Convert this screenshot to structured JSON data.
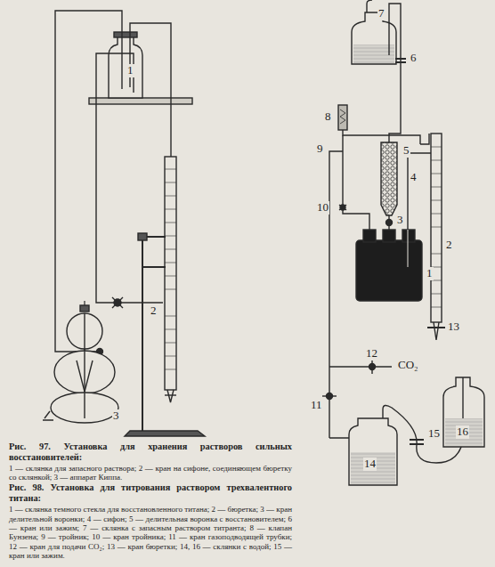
{
  "diagram": {
    "labels": [
      "Рис. 97. Установка для хранения растворов сильных восстановителей:",
      "1 — склянка для запасного раствора; 2 — кран на сифоне, соединяющем бюретку со склянкой; 3 — аппарат Киппа.",
      "Рис. 98. Установка для титрования раствором трехвалентного титана:",
      "1 — склянка темного стекла для восстановленного титана; 2 — бюретка; 3 — кран делительной воронки; 4 — сифон; 5 — делительная воронка с восстановителем; 6 — кран или зажим; 7 — склянка с запасным раствором титранта; 8 — клапан Бунзена; 9 — тройник; 10 — кран тройника; 11 — кран газоподводящей трубки; 12 — кран для подачи CO₂; 13 — кран бюретки; 14, 16 — склянки с водой; 15 — кран или зажим.",
      "1",
      "2",
      "3",
      "7",
      "6",
      "8",
      "9",
      "5",
      "4",
      "10",
      "3",
      "2",
      "1",
      "13",
      "12",
      "11",
      "14",
      "15",
      "16",
      "CO₂"
    ]
  }
}
